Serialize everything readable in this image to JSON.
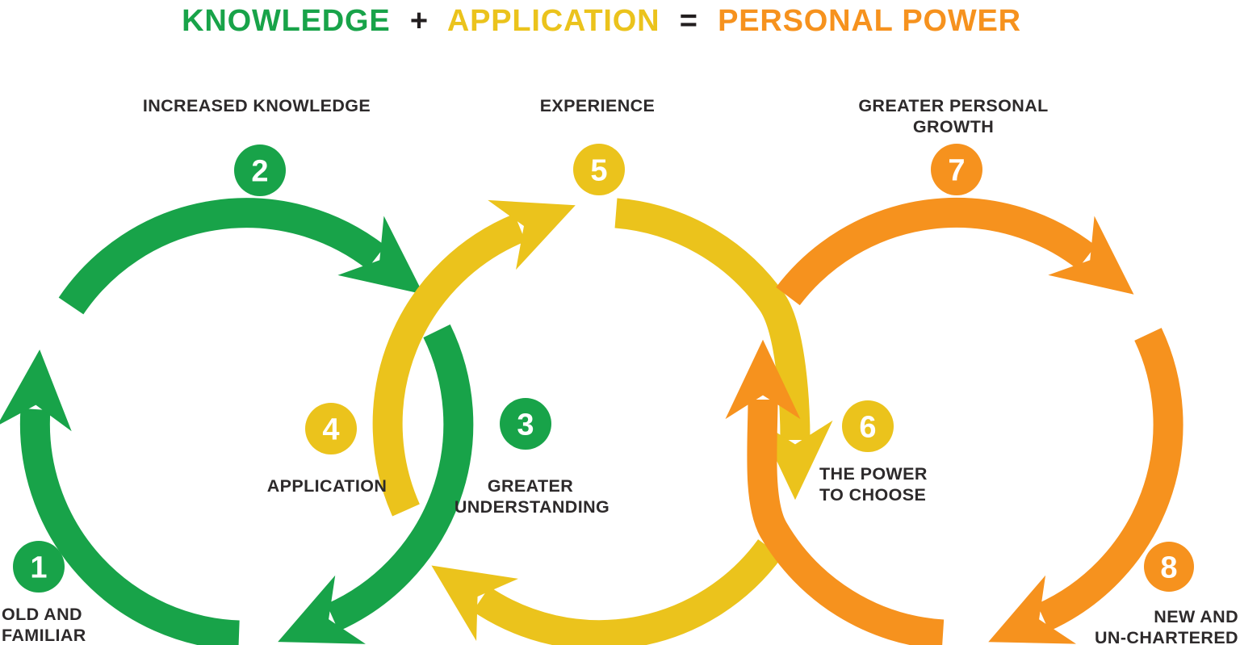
{
  "title": {
    "knowledge": "KNOWLEDGE",
    "plus": "+",
    "application": "APPLICATION",
    "equals": "=",
    "personal_power": "PERSONAL POWER"
  },
  "colors": {
    "green": "#18A349",
    "yellow": "#EBC31C",
    "orange": "#F6921E",
    "ink": "#2D2A2B",
    "background": "#FFFFFF"
  },
  "steps": [
    {
      "number": "1",
      "label": "OLD AND FAMILIAR",
      "color": "green"
    },
    {
      "number": "2",
      "label": "INCREASED KNOWLEDGE",
      "color": "green"
    },
    {
      "number": "3",
      "label": "GREATER UNDERSTANDING",
      "color": "green"
    },
    {
      "number": "4",
      "label": "APPLICATION",
      "color": "yellow"
    },
    {
      "number": "5",
      "label": "EXPERIENCE",
      "color": "yellow"
    },
    {
      "number": "6",
      "label": "THE POWER TO CHOOSE",
      "color": "yellow"
    },
    {
      "number": "7",
      "label": "GREATER PERSONAL GROWTH",
      "color": "orange"
    },
    {
      "number": "8",
      "label": "NEW AND UN-CHARTERED",
      "color": "orange"
    }
  ],
  "lines": {
    "increased": "INCREASED KNOWLEDGE",
    "experience": "EXPERIENCE",
    "growth_1": "GREATER PERSONAL",
    "growth_2": "GROWTH",
    "application": "APPLICATION",
    "understanding_1": "GREATER",
    "understanding_2": "UNDERSTANDING",
    "power_1": "THE POWER",
    "power_2": "TO CHOOSE",
    "old_1": "OLD AND",
    "old_2": "FAMILIAR",
    "new_1": "NEW AND",
    "new_2": "UN-CHARTERED"
  }
}
